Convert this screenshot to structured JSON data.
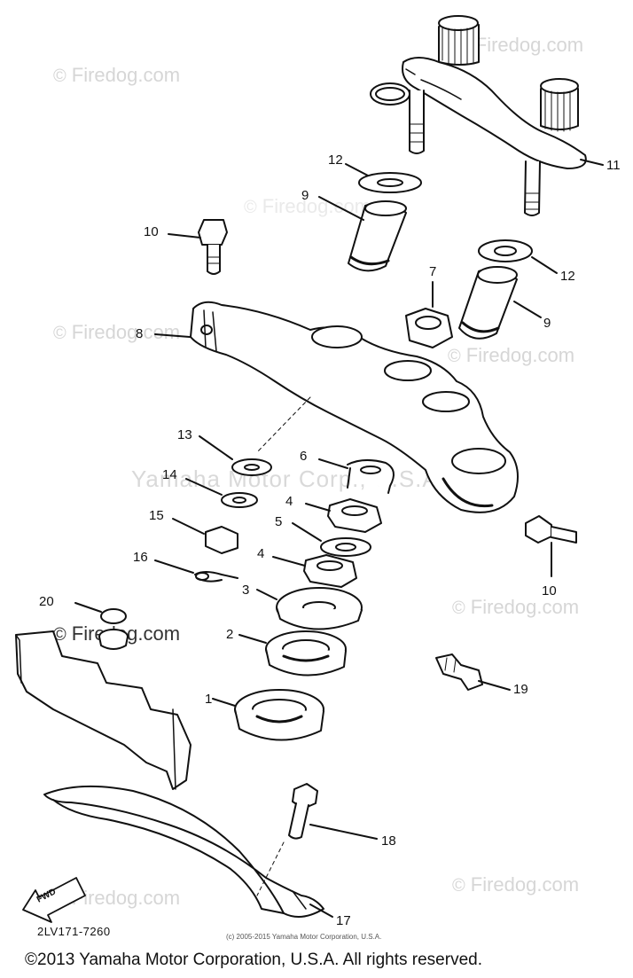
{
  "watermarks": [
    {
      "text": "Firedog.com"
    },
    {
      "text": "Firedog.com"
    },
    {
      "text": "Firedog.com"
    },
    {
      "text": "Firedog.com"
    },
    {
      "text": "Firedog.com"
    },
    {
      "text": "Firedog.com"
    },
    {
      "text": "Firedog.com"
    },
    {
      "text": "Firedog.com"
    },
    {
      "text": "Firedog.com"
    }
  ],
  "copyright_symbol": "©",
  "center_watermark": "Yamaha Motor Corp., U.S.A.",
  "part_labels": {
    "p1": "1",
    "p2": "2",
    "p3": "3",
    "p4a": "4",
    "p4b": "4",
    "p5": "5",
    "p6": "6",
    "p7": "7",
    "p8": "8",
    "p9a": "9",
    "p9b": "9",
    "p10a": "10",
    "p10b": "10",
    "p11": "11",
    "p12a": "12",
    "p12b": "12",
    "p13": "13",
    "p14": "14",
    "p15": "15",
    "p16": "16",
    "p17": "17",
    "p18": "18",
    "p19": "19",
    "p20": "20"
  },
  "find_arrow_label": "FWD",
  "diagram_code": "2LV171-7260",
  "small_copyright": "(c) 2005-2015 Yamaha Motor Corporation, U.S.A.",
  "footer_copyright": "©2013 Yamaha Motor Corporation, U.S.A. All rights reserved."
}
